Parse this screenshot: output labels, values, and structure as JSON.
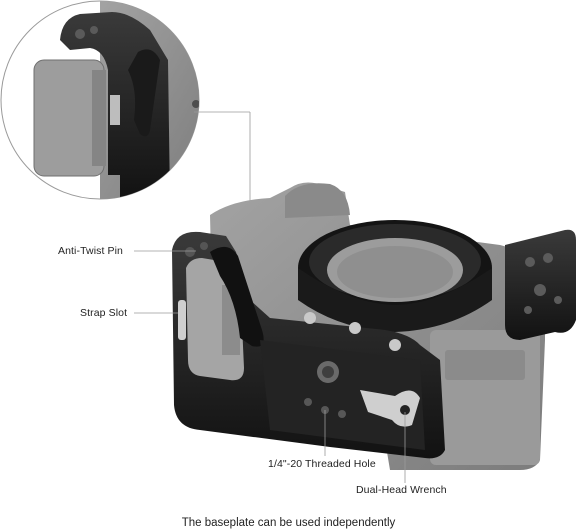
{
  "callouts": {
    "anti_twist_pin": "Anti-Twist Pin",
    "strap_slot": "Strap Slot",
    "threaded_hole": "1/4\"-20 Threaded Hole",
    "wrench": "Dual-Head Wrench"
  },
  "caption": "The baseplate can be used independently",
  "colors": {
    "cage": "#1c1c1c",
    "camera": "#8e8e8e",
    "leader": "#9a9a9a"
  }
}
